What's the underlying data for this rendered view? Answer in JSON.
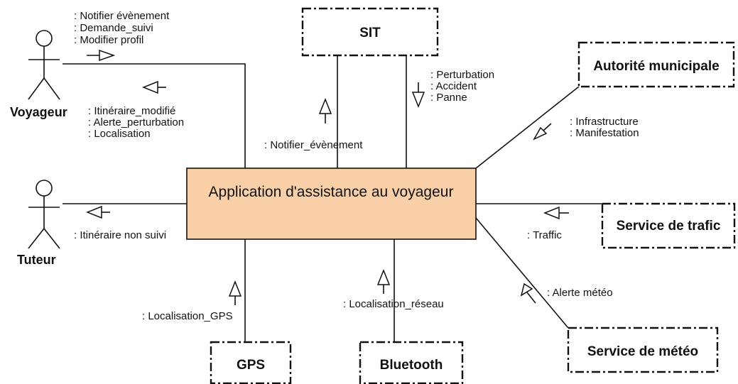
{
  "main": {
    "title": "Application d'assistance au voyageur",
    "fill": "#f8cfa6"
  },
  "actors": {
    "voyageur": "Voyageur",
    "tuteur": "Tuteur"
  },
  "systems": {
    "sit": "SIT",
    "autorite": "Autorité municipale",
    "trafic": "Service de trafic",
    "meteo": "Service de météo",
    "gps": "GPS",
    "bluetooth": "Bluetooth"
  },
  "messages": {
    "voyageur_out": [
      ": Notifier évènement",
      ": Demande_suivi",
      ": Modifier profil"
    ],
    "voyageur_in": [
      ": Itinéraire_modifié",
      ": Alerte_perturbation",
      ": Localisation"
    ],
    "sit_up": ": Notifier_évènement",
    "sit_down": [
      ": Perturbation",
      ": Accident",
      ": Panne"
    ],
    "autorite": [
      ": Infrastructure",
      ": Manifestation"
    ],
    "tuteur": ": Itinéraire non suivi",
    "trafic": ": Traffic",
    "meteo": ": Alerte météo",
    "gps": ": Localisation_GPS",
    "bluetooth": ": Localisation_réseau"
  }
}
